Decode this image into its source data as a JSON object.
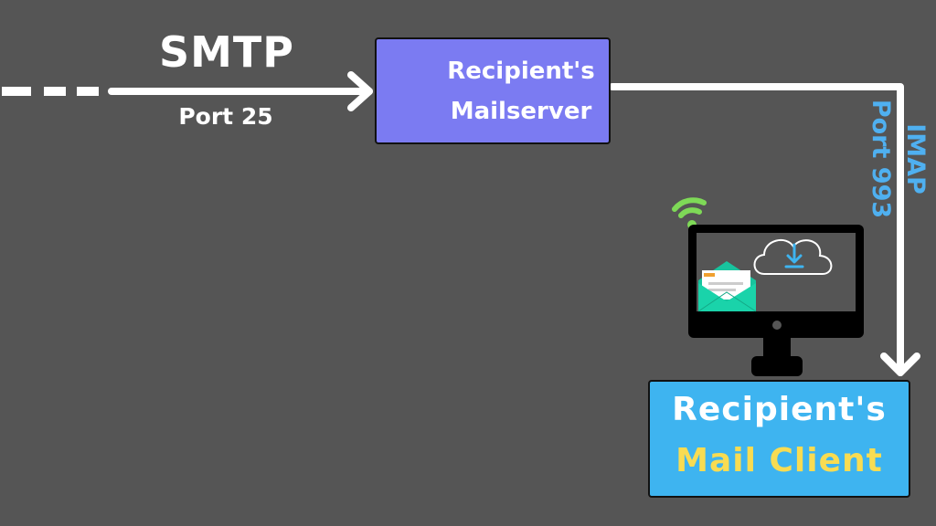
{
  "incoming": {
    "protocol": "SMTP",
    "port": "Port 25"
  },
  "mailserver": {
    "line1": "Recipient's",
    "line2": "Mailserver",
    "icon": "server-tower-icon"
  },
  "retrieval": {
    "protocol": "IMAP",
    "port": "Port 993"
  },
  "client": {
    "line1": "Recipient's",
    "line2": "Mail Client",
    "icons": [
      "wifi-icon",
      "computer-monitor-icon",
      "cloud-download-icon",
      "envelope-icon"
    ]
  },
  "colors": {
    "background": "#555555",
    "mailserver_box": "#7b7bf2",
    "client_box": "#3eb4f0",
    "client_accent_text": "#f8dc52",
    "imap_text": "#4fb0f0",
    "wifi": "#7ed957",
    "envelope": "#18c39e"
  }
}
